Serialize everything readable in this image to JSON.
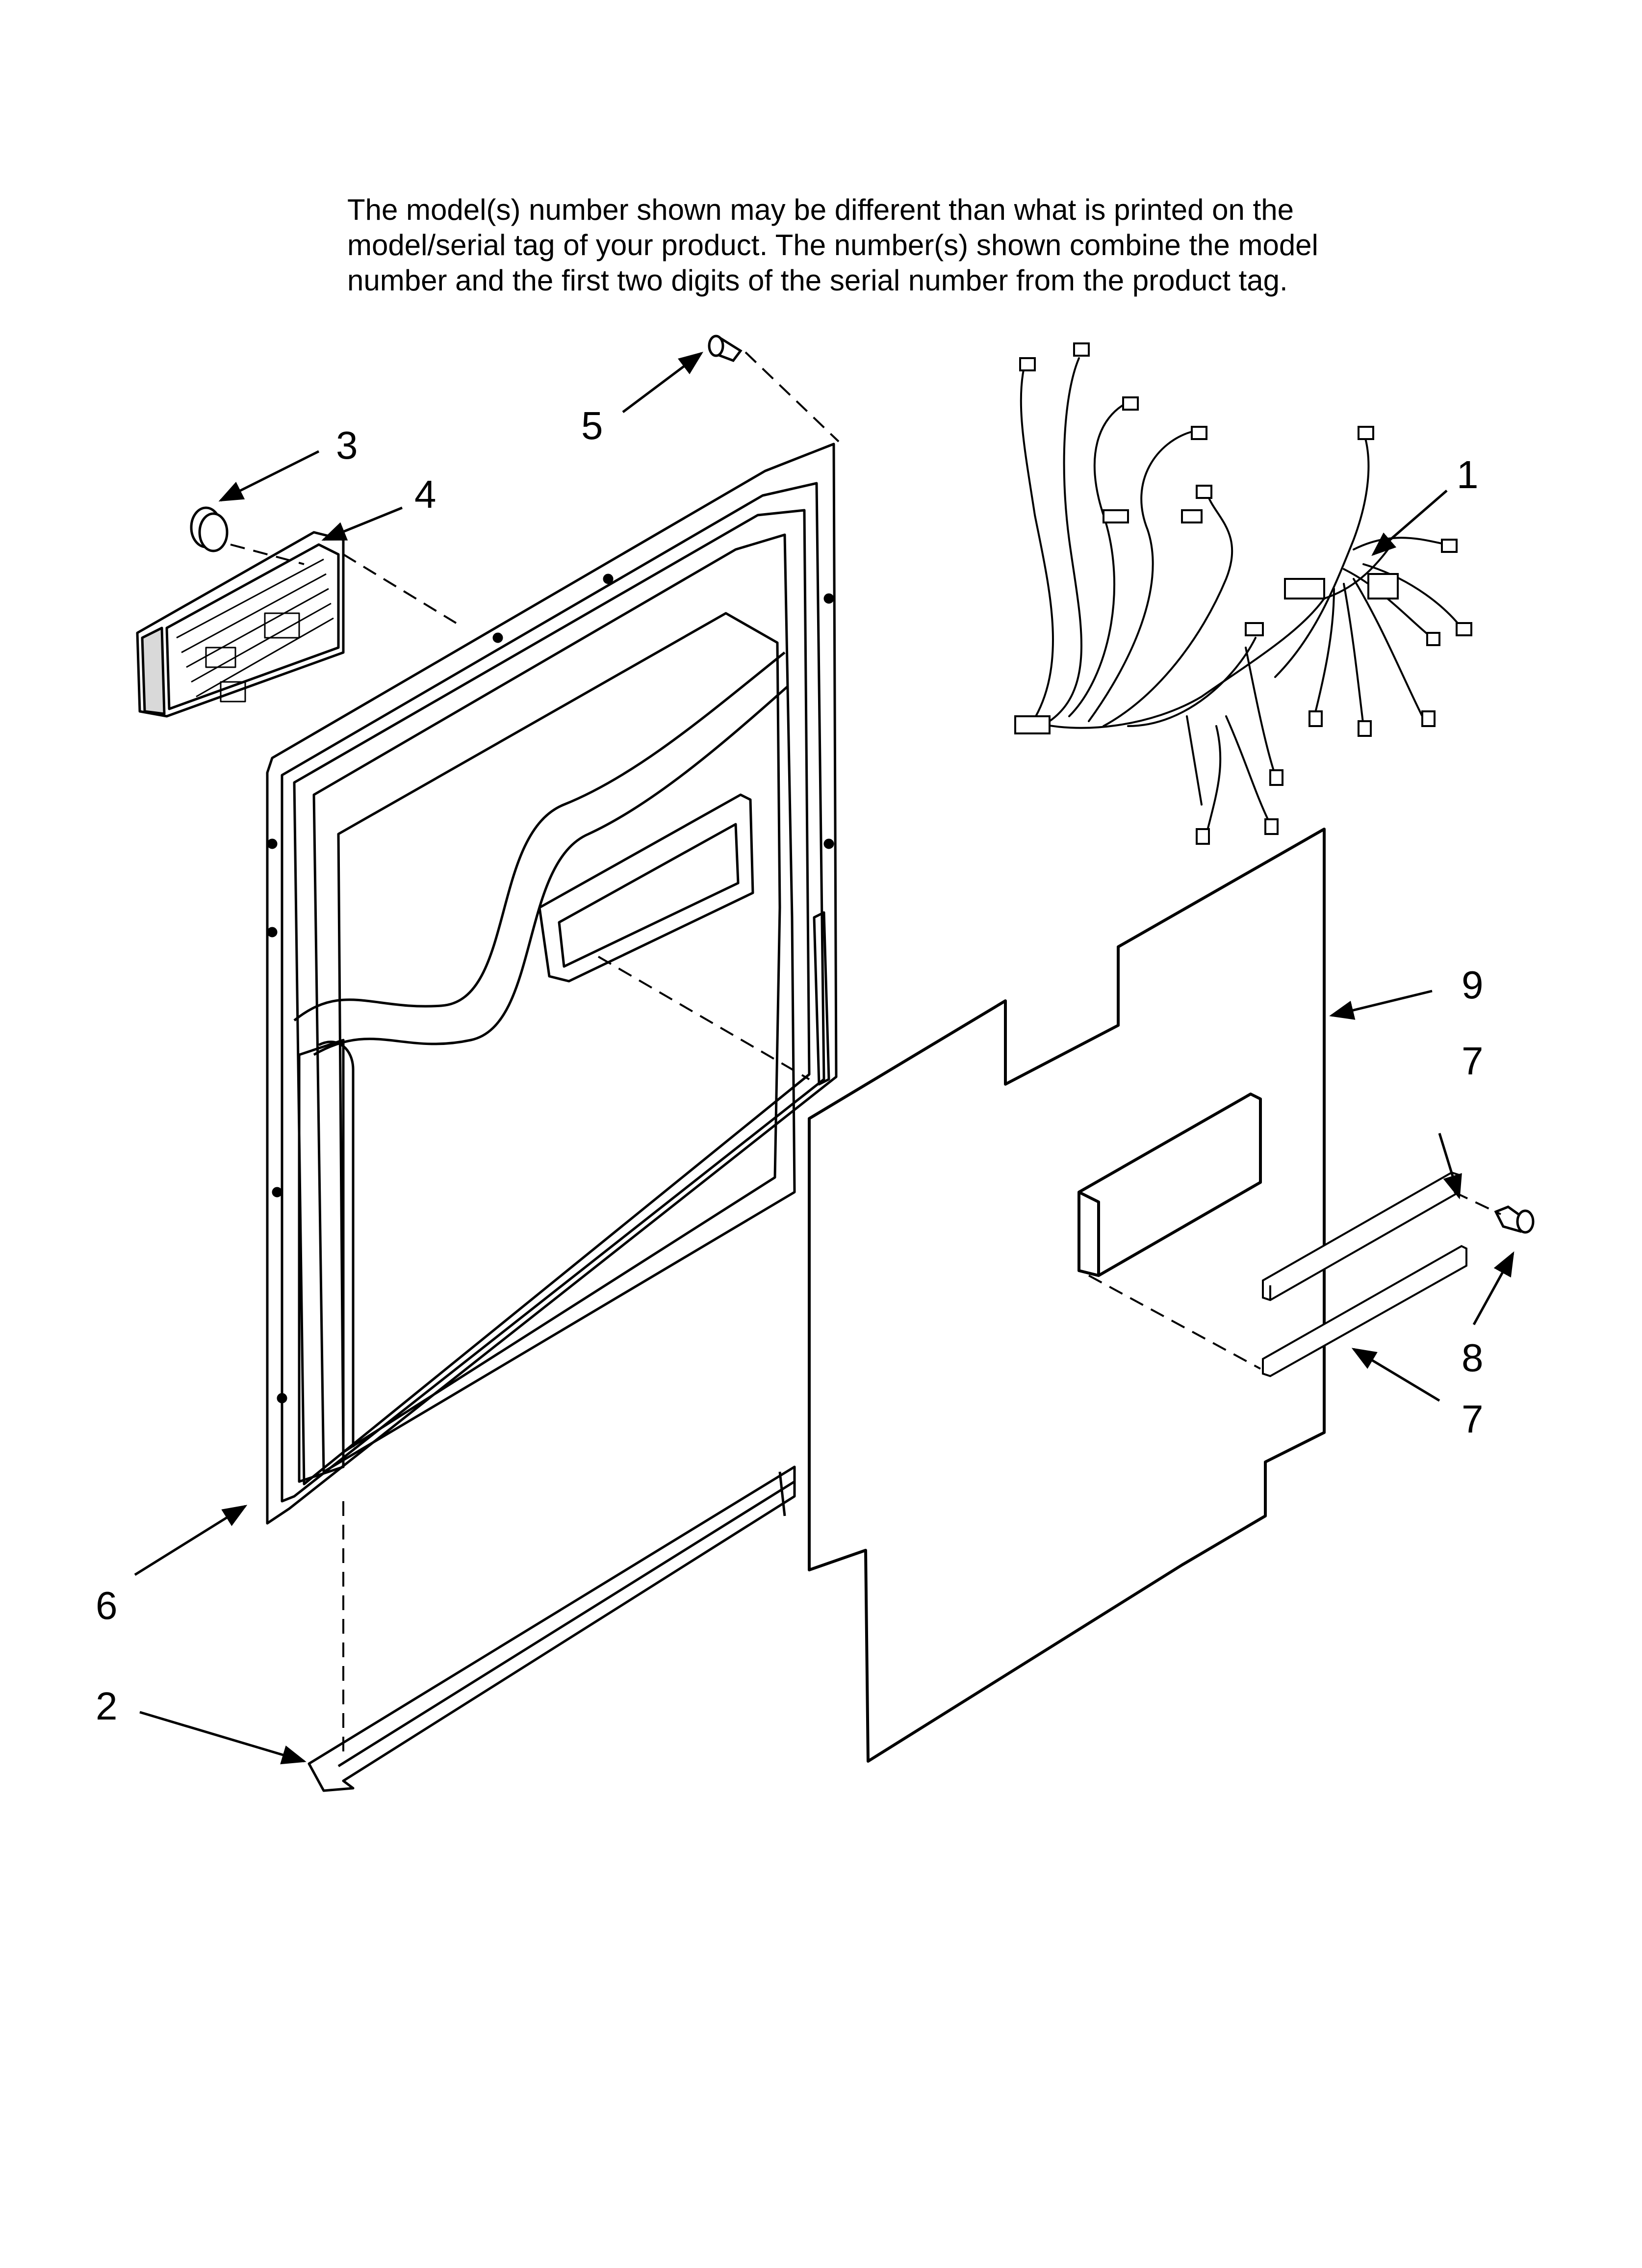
{
  "note": {
    "lines": [
      "The model(s) number shown may be different than what is printed on the",
      "model/serial tag of your product. The number(s) shown combine the model",
      "number and the first two digits of the serial number from the product tag."
    ]
  },
  "callouts": [
    {
      "id": "c1",
      "label": "1"
    },
    {
      "id": "c2",
      "label": "2"
    },
    {
      "id": "c3",
      "label": "3"
    },
    {
      "id": "c4",
      "label": "4"
    },
    {
      "id": "c5",
      "label": "5"
    },
    {
      "id": "c6",
      "label": "6"
    },
    {
      "id": "c7a",
      "label": "7"
    },
    {
      "id": "c7b",
      "label": "7"
    },
    {
      "id": "c8",
      "label": "8"
    },
    {
      "id": "c9",
      "label": "9"
    }
  ],
  "colors": {
    "line": "#000000",
    "background": "#ffffff",
    "part_fill": "#ffffff",
    "shade": "#d9d9d9"
  }
}
